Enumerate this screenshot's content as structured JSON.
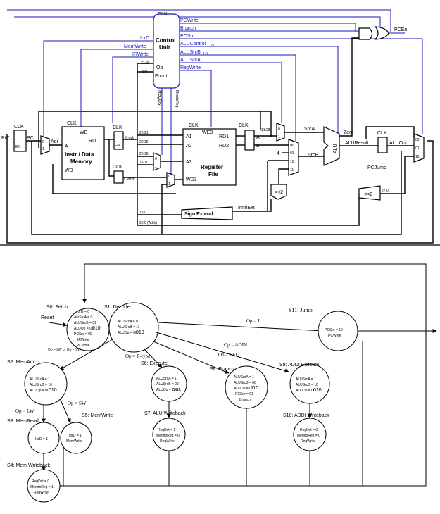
{
  "datapath": {
    "control_unit": {
      "clk": "CLK",
      "title_line1": "Control",
      "title_line2": "Unit",
      "op": "Op",
      "funct": "Funct",
      "op_bits": "31:26",
      "funct_bits": "5:0"
    },
    "control_signals_right": [
      "PCWrite",
      "Branch",
      "PCSrc",
      "ALUControl",
      "ALUSrcB",
      "ALUSrcA",
      "RegWrite"
    ],
    "control_subscripts": {
      "ALUControl": "2:0",
      "ALUSrcB": "1:0"
    },
    "control_signals_left": [
      "IorD",
      "MemWrite",
      "IRWrite"
    ],
    "vertical_signals": [
      "RegDst",
      "MemtoReg"
    ],
    "pcen": "PCEn",
    "pc": {
      "pc_prime": "PC'",
      "label": "PC",
      "clk": "CLK",
      "en": "EN"
    },
    "mux_bits": {
      "zero": "0",
      "one": "1"
    },
    "memory": {
      "clk": "CLK",
      "we": "WE",
      "a": "A",
      "rd": "RD",
      "wd": "WD",
      "title_line1": "Instr / Data",
      "title_line2": "Memory",
      "adr": "Adr"
    },
    "instr_reg": {
      "clk": "CLK",
      "en": "EN",
      "label": "Instr"
    },
    "data_reg": {
      "clk": "CLK",
      "label": "Data"
    },
    "register_file": {
      "clk": "CLK",
      "we3": "WE3",
      "a1": "A1",
      "a2": "A2",
      "a3": "A3",
      "wd3": "WD3",
      "rd1": "RD1",
      "rd2": "RD2",
      "title_line1": "Register",
      "title_line2": "File"
    },
    "bit_fields": [
      "25:21",
      "20:16",
      "20:16",
      "15:11",
      "15:0",
      "25:0 (Addr)",
      "31:28",
      "27:0"
    ],
    "ab_regs": {
      "clk": "CLK",
      "a": "A",
      "b": "B"
    },
    "srcb_mux": {
      "in0": "00",
      "in1": "01",
      "in2": "10",
      "in3": "11",
      "four": "4",
      "label": "SrcB"
    },
    "srca": "SrcA",
    "alu": {
      "label": "ALU",
      "zero": "Zero",
      "result": "ALUResult"
    },
    "alu_out": {
      "clk": "CLK",
      "label": "ALUOut"
    },
    "pc_mux": {
      "in0": "00",
      "in1": "01",
      "in2": "10"
    },
    "pcjump": "PCJump",
    "shift": "<<2",
    "sign_extend": "Sign Extend",
    "immext": "ImmExt"
  },
  "fsm": {
    "states": [
      {
        "name": "S0: Fetch",
        "lines": [
          "IorD = 0",
          "AluSrcA = 0",
          "ALUSrcB = 01",
          "ALUOp = 00",
          "PCSrc = 00",
          "IRWrite",
          "PCWrite"
        ]
      },
      {
        "name": "S1: Decode",
        "lines": [
          "ALUSrcA = 0",
          "ALUSrcB = 11",
          "ALUOp = 00"
        ]
      },
      {
        "name": "S2: MemAdr",
        "lines": [
          "ALUSrcA = 1",
          "ALUSrcB = 10",
          "ALUOp = 00"
        ]
      },
      {
        "name": "S3: MemRead",
        "lines": [
          "IorD = 1"
        ]
      },
      {
        "name": "S4: Mem Writeback",
        "lines": [
          "RegDst = 0",
          "MemtoReg = 1",
          "RegWrite"
        ]
      },
      {
        "name": "S5: MemWrite",
        "lines": [
          "IorD = 1",
          "MemWrite"
        ]
      },
      {
        "name": "S6: Execute",
        "lines": [
          "ALUSrcA = 1",
          "ALUSrcB = 00",
          "ALUOp = 10"
        ]
      },
      {
        "name": "S7: ALU Writeback",
        "lines": [
          "RegDst = 1",
          "MemtoReg = 0",
          "RegWrite"
        ]
      },
      {
        "name": "S8: Branch",
        "lines": [
          "ALUSrcA = 1",
          "ALUSrcB = 00",
          "ALUOp = 01",
          "PCSrc = 01",
          "Branch"
        ]
      },
      {
        "name": "S9: ADDI Execute",
        "lines": [
          "ALUSrcA = 1",
          "ALUSrcB = 10",
          "ALUOp = 00"
        ]
      },
      {
        "name": "S10: ADDI Writeback",
        "lines": [
          "RegDst = 0",
          "MemtoReg = 0",
          "RegWrite"
        ]
      },
      {
        "name": "S11: Jump",
        "lines": [
          "PCSrc = 10",
          "PCWrite"
        ]
      }
    ],
    "transitions": [
      "Reset",
      "Op = J",
      "Op = ADDI",
      "Op = R-type",
      "Op = BEQ",
      "Op = LW",
      "Op = SW",
      "Op = LW or Op = SW"
    ],
    "alu_op_values": {
      "s0": "010",
      "s1": "010",
      "s2": "010",
      "s6": "var.",
      "s8": "110",
      "s9": "010"
    }
  }
}
